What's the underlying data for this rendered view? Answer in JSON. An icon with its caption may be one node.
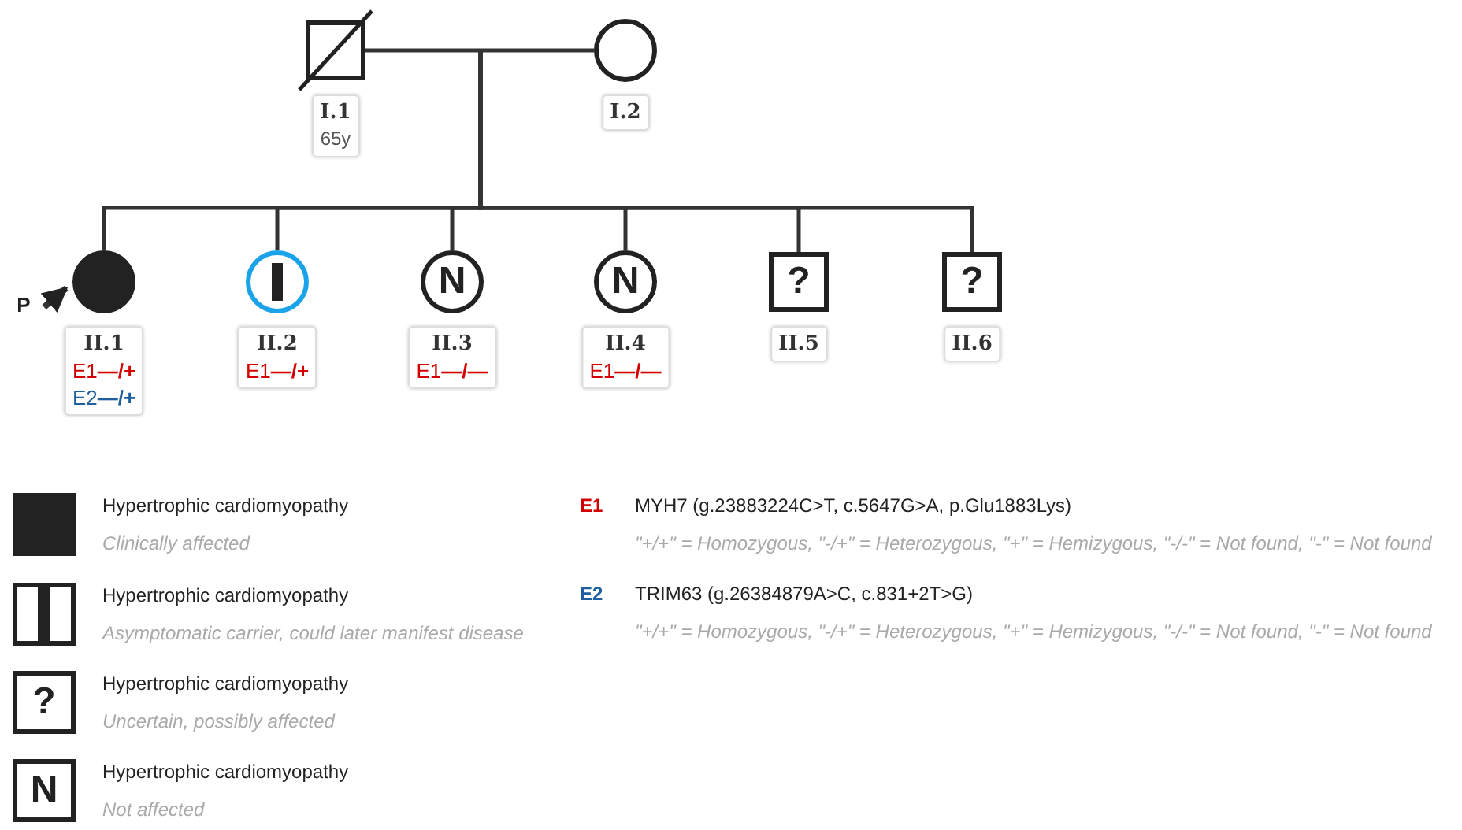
{
  "diagram": {
    "nodes": [
      {
        "text": [],
        "shape": "box",
        "beside": [
          "I.1",
          "65y"
        ]
      },
      {
        "text": [],
        "shape": "circle",
        "beside": [
          "I.2"
        ]
      },
      {
        "text": [
          "P"
        ]
      },
      {
        "text": [],
        "shape": "circle",
        "beside": [
          "II.1",
          "E1**—/+**",
          "E2**—/+**"
        ]
      },
      {
        "text": [],
        "shape": "circle",
        "beside": [
          "II.2",
          "E1**—/+**"
        ]
      },
      {
        "text": [
          "N"
        ],
        "beside": [
          "II.3",
          "E1**—/—**"
        ]
      },
      {
        "text": [
          "N"
        ],
        "beside": [
          "II.4",
          "E1**—/—**"
        ]
      },
      {
        "text": [
          "?"
        ],
        "beside": [
          "II.5"
        ]
      },
      {
        "text": [
          "?"
        ],
        "beside": [
          "II.6"
        ]
      }
    ],
    "edges": [
      {
        "from": 0,
        "to": 1,
        "arrow": "none"
      },
      {
        "from": null,
        "to": 3,
        "arrow": "none"
      },
      {
        "from": null,
        "to": 4,
        "arrow": "none"
      },
      {
        "from": null,
        "to": 5,
        "arrow": "none"
      },
      {
        "from": null,
        "to": 6,
        "arrow": "none"
      },
      {
        "from": null,
        "to": 7,
        "arrow": "none"
      },
      {
        "from": null,
        "to": 8,
        "arrow": "none"
      },
      {
        "from": 2,
        "to": 3,
        "arrow": "to"
      }
    ],
    "labels": [
      "Clinically affected",
      "E1",
      "MYH7 (g.23883224C>T, c.5647G>A, p.Glu1883Lys)",
      "\"+/+\" = Homozygous, \"-/+\" = Heterozygous, \"+\" = Hemizygous, \"-/-\" = Not found, \"-\" = Not found",
      "Asymptomatic carrier, could later manifest disease",
      "E2",
      "TRIM63 (g.26384879A>C, c.831+2T>G)",
      "\"+/+\" = Homozygous, \"-/+\" = Heterozygous, \"+\" = Hemizygous, \"-/-\" = Not found, \"-\" = Not found",
      "?",
      "Uncertain, possibly affected",
      "N",
      "Not affected"
    ],
    "legend": [
      {
        "text": "Hypertrophic cardiomyopathy"
      },
      {
        "text": "Hypertrophic cardiomyopathy"
      },
      {
        "text": "Hypertrophic cardiomyopathy"
      },
      {
        "text": "Hypertrophic cardiomyopathy"
      }
    ]
  }
}
